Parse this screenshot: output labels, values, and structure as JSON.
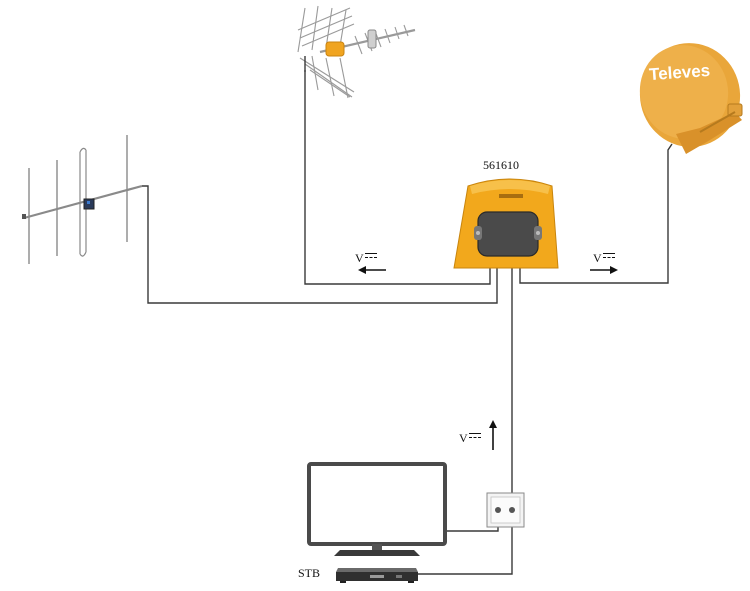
{
  "diagram": {
    "amplifier_model": "561610",
    "dish_brand": "Televes",
    "voltage_label": "V",
    "stb_label": "STB"
  },
  "colors": {
    "wire": "#3a3a3a",
    "amplifier": "#f2a81c",
    "dish": "#e9a63a",
    "dish_text": "#ffffff",
    "antenna": "#8a8a8a",
    "tv_frame": "#4a4a4a"
  },
  "icons": [
    "vhf-antenna-icon",
    "uhf-antenna-icon",
    "satellite-dish-icon",
    "amplifier-icon",
    "tv-icon",
    "set-top-box-icon",
    "wall-socket-icon",
    "arrow-left-icon",
    "arrow-right-icon",
    "arrow-up-icon"
  ]
}
